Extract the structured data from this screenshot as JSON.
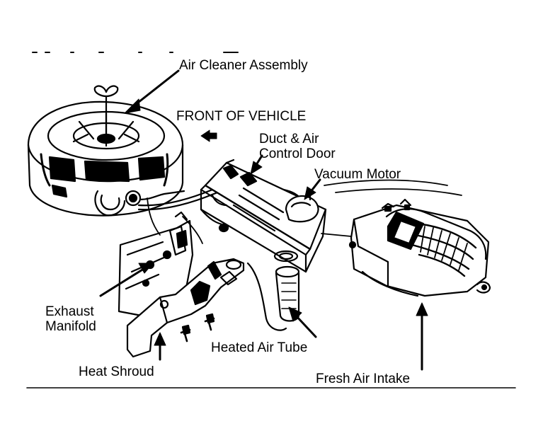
{
  "labels": {
    "air_cleaner": "Air Cleaner Assembly",
    "front_of_vehicle": "FRONT OF VEHICLE",
    "duct_line1": "Duct & Air",
    "duct_line2": "Control Door",
    "vacuum_motor": "Vacuum Motor",
    "exhaust_line1": "Exhaust",
    "exhaust_line2": "Manifold",
    "heated_air_tube": "Heated Air Tube",
    "heat_shroud": "Heat Shroud",
    "fresh_air_intake": "Fresh Air Intake"
  },
  "colors": {
    "ink": "#000000",
    "paper": "#ffffff"
  }
}
